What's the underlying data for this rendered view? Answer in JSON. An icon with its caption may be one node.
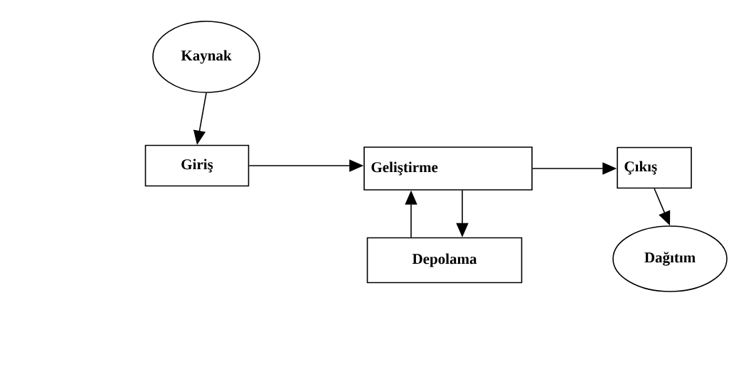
{
  "diagram": {
    "nodes": [
      {
        "text": [
          "Kaynak"
        ]
      },
      {
        "text": [
          "Giriş"
        ]
      },
      {
        "text": [
          "Geliştirme"
        ]
      },
      {
        "text": [
          "Çıkış"
        ]
      },
      {
        "text": [
          "Depolama"
        ]
      },
      {
        "text": [
          "Dağıtım"
        ]
      }
    ],
    "edges": [
      {
        "from": 0,
        "to": 1,
        "arrow": "to"
      },
      {
        "from": 1,
        "to": 2,
        "arrow": "to"
      },
      {
        "from": 2,
        "to": 3,
        "arrow": "to"
      },
      {
        "from": 2,
        "to": 4,
        "arrow": "to"
      },
      {
        "from": 4,
        "to": 2,
        "arrow": "to"
      },
      {
        "from": 3,
        "to": 5,
        "arrow": "to"
      }
    ]
  }
}
